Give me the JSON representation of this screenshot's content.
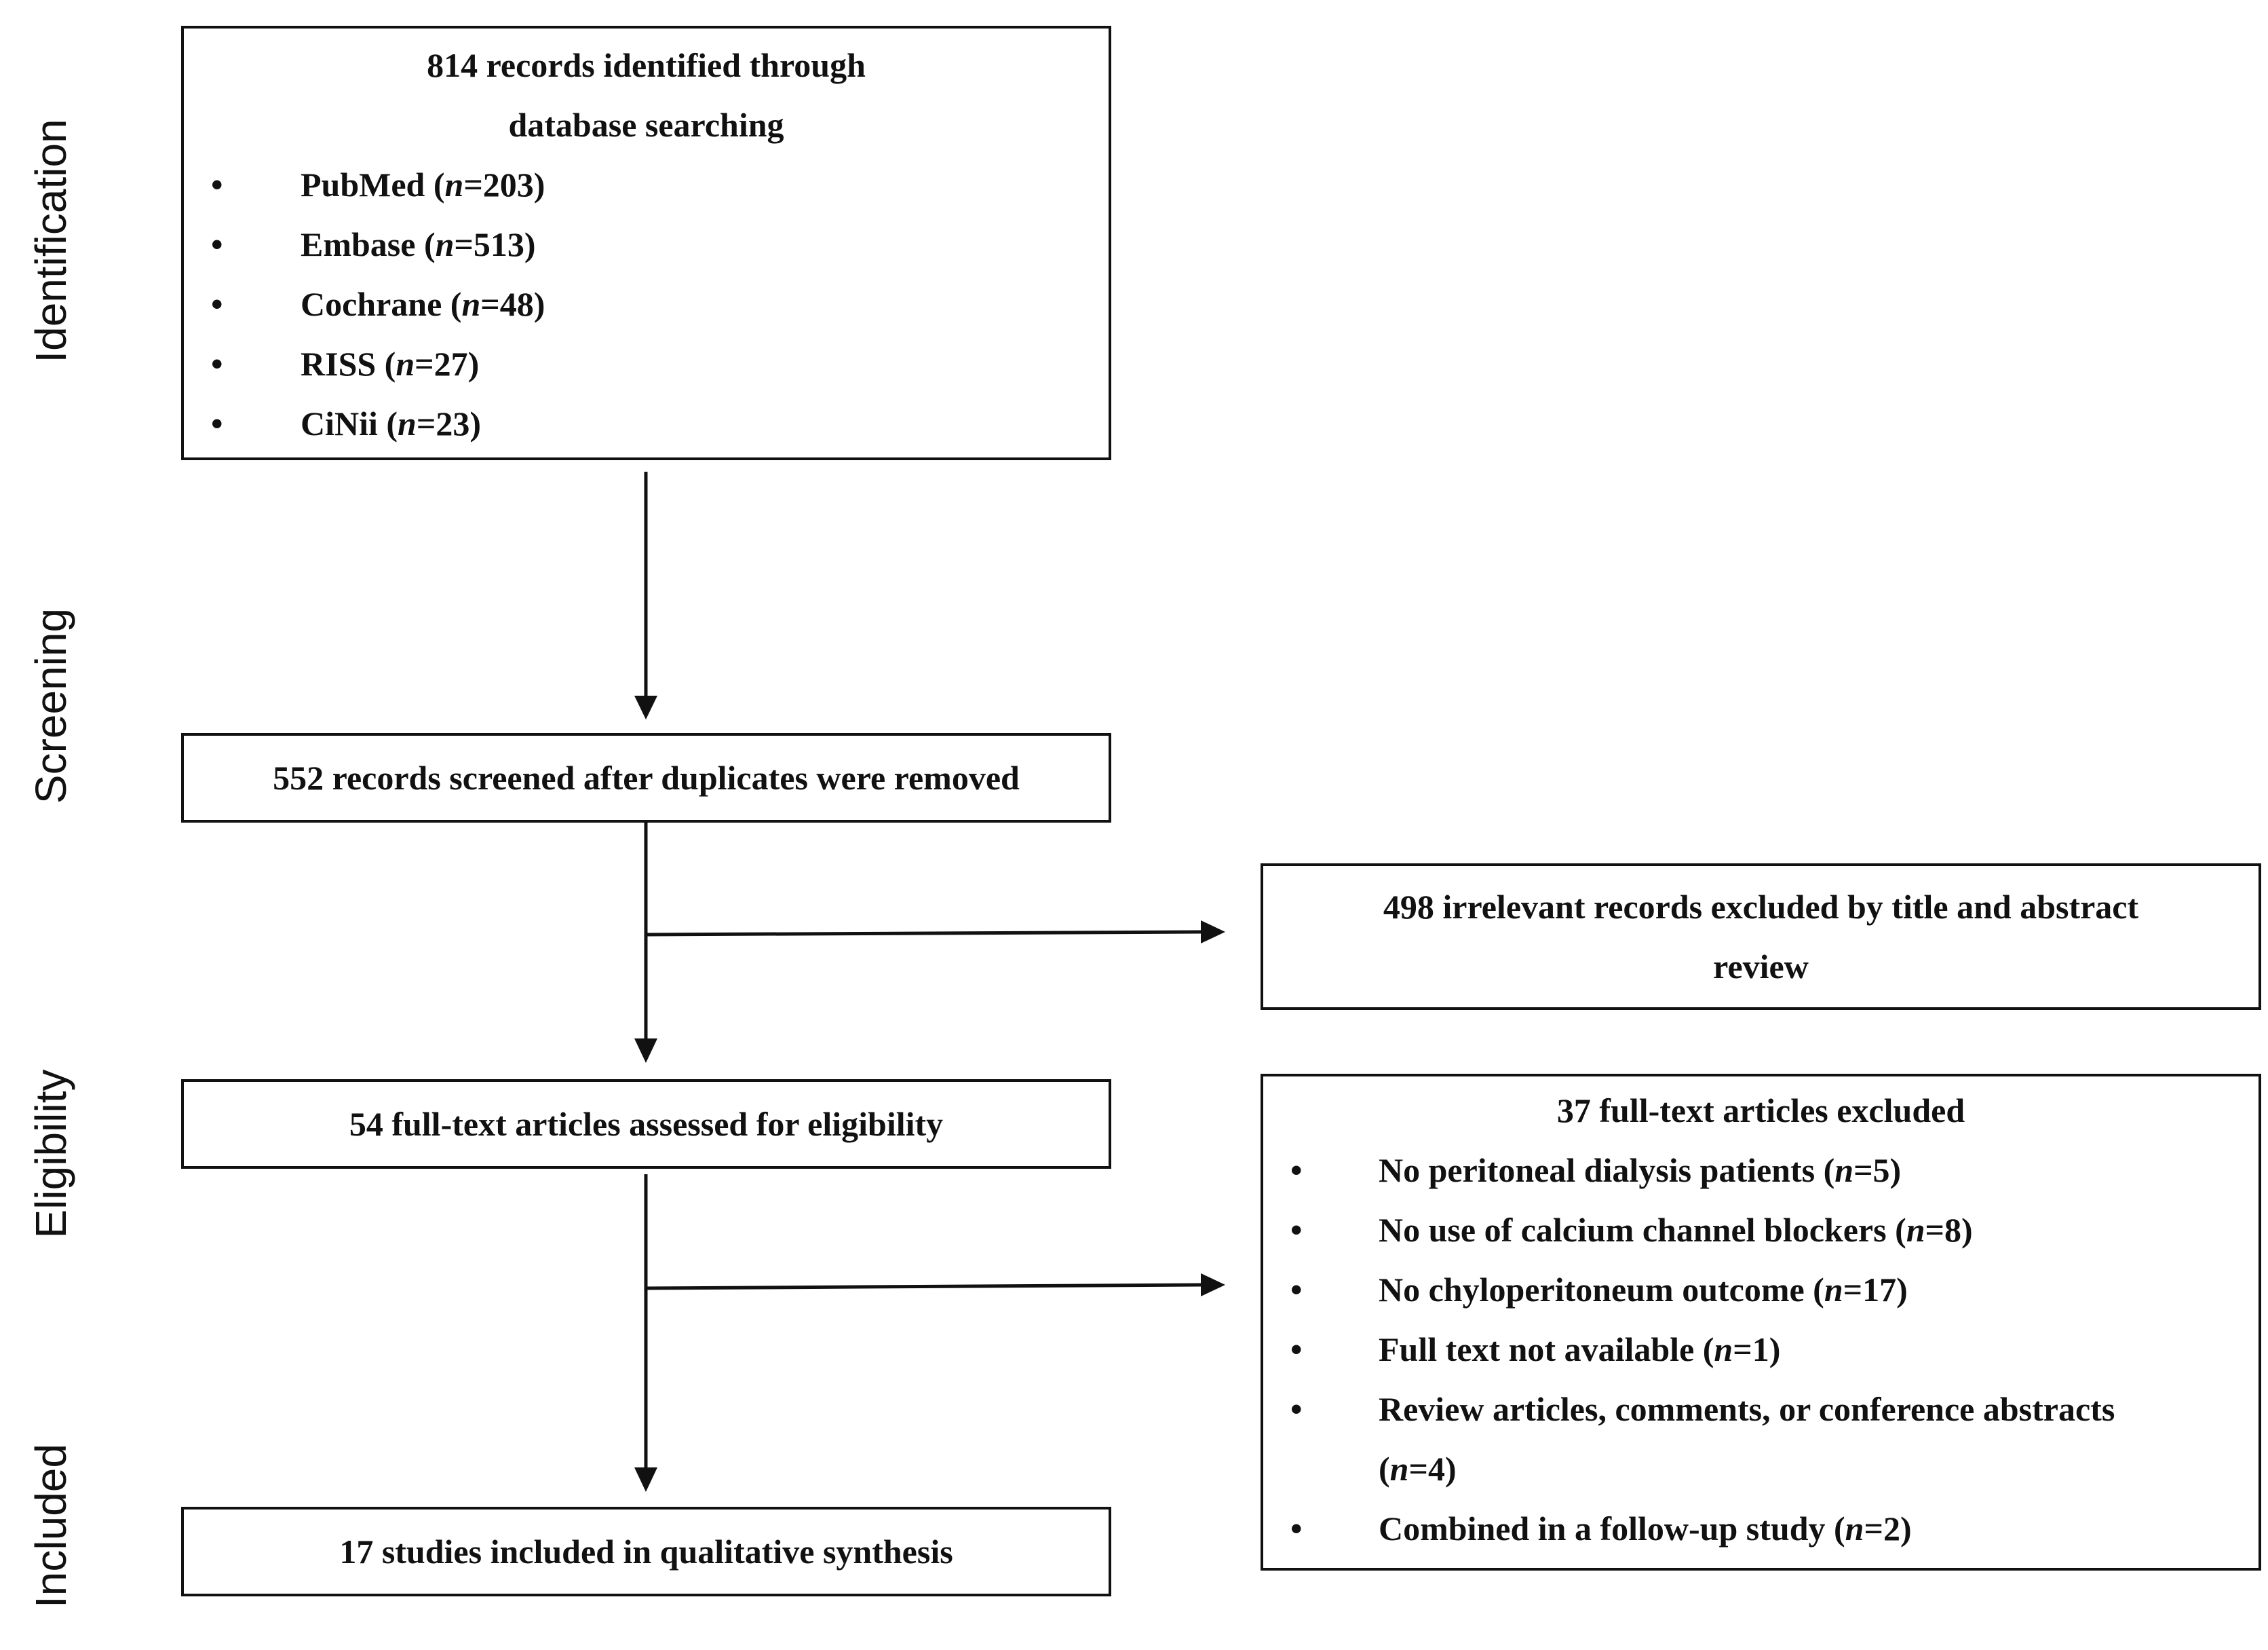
{
  "phases": {
    "identification": "Identification",
    "screening": "Screening",
    "eligibility": "Eligibility",
    "included": "Included"
  },
  "identification_box": {
    "title_line1": "814 records identified through",
    "title_line2": "database searching",
    "items": [
      {
        "bullet": "•",
        "label": "PubMed (",
        "n_symbol": "n",
        "count": "=203)"
      },
      {
        "bullet": "•",
        "label": "Embase (",
        "n_symbol": "n",
        "count": "=513)"
      },
      {
        "bullet": "•",
        "label": "Cochrane (",
        "n_symbol": "n",
        "count": "=48)"
      },
      {
        "bullet": "•",
        "label": "RISS (",
        "n_symbol": "n",
        "count": "=27)"
      },
      {
        "bullet": "•",
        "label": "CiNii (",
        "n_symbol": "n",
        "count": "=23)"
      }
    ]
  },
  "screening_box": {
    "text": "552 records screened after duplicates were removed"
  },
  "excluded_title_box": {
    "line1": "498 irrelevant records excluded by title and abstract",
    "line2": "review"
  },
  "eligibility_box": {
    "text": "54 full-text articles assessed for eligibility"
  },
  "excluded_fulltext_box": {
    "title": "37 full-text articles excluded",
    "items": [
      {
        "bullet": "•",
        "label": "No peritoneal dialysis patients (",
        "n_symbol": "n",
        "count": "=5)"
      },
      {
        "bullet": "•",
        "label": "No use of calcium channel blockers (",
        "n_symbol": "n",
        "count": "=8)"
      },
      {
        "bullet": "•",
        "label": "No chyloperitoneum outcome (",
        "n_symbol": "n",
        "count": "=17)"
      },
      {
        "bullet": "•",
        "label": "Full text not available (",
        "n_symbol": "n",
        "count": "=1)"
      },
      {
        "bullet": "•",
        "label": "Review articles, comments, or conference abstracts",
        "label_line2": "(",
        "n_symbol": "n",
        "count": "=4)"
      },
      {
        "bullet": "•",
        "label": "Combined in a follow-up study (",
        "n_symbol": "n",
        "count": "=2)"
      }
    ]
  },
  "included_box": {
    "text": "17 studies included in qualitative synthesis"
  },
  "colors": {
    "stroke": "#111111",
    "background": "#ffffff"
  }
}
